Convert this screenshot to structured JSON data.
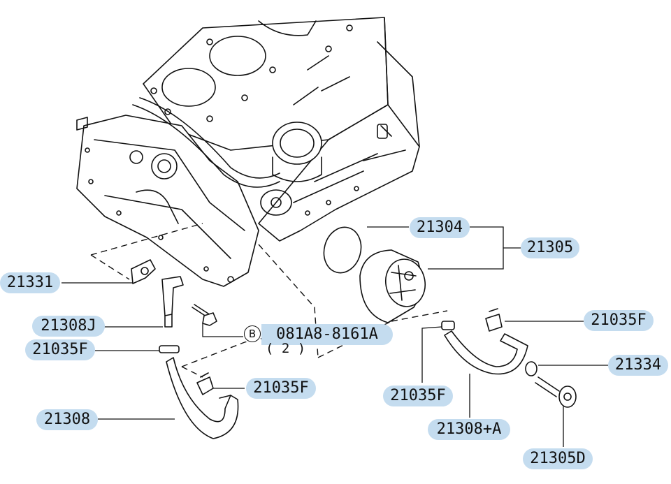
{
  "callouts": {
    "p21304": "21304",
    "p21305": "21305",
    "p21331": "21331",
    "p21308j": "21308J",
    "p21035f_left": "21035F",
    "p081ab": "081A8-8161A",
    "p081ab_qty": "( 2 )",
    "p081ab_marker": "B",
    "p21035f_mid": "21035F",
    "p21308": "21308",
    "p21035f_right": "21035F",
    "p21334": "21334",
    "p21035f_lower": "21035F",
    "p21308a": "21308+A",
    "p21305d": "21305D"
  },
  "colors": {
    "highlight": "#c4dcef",
    "line": "#111111",
    "background": "#ffffff"
  }
}
